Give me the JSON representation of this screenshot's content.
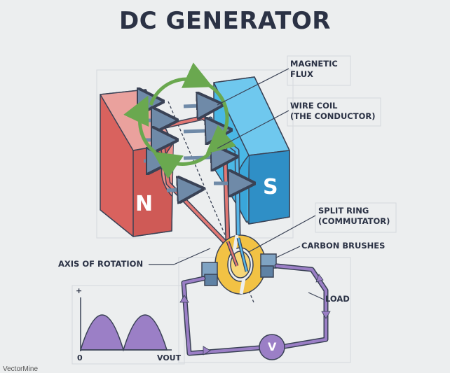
{
  "title": "DC GENERATOR",
  "labels": {
    "magnetic_flux": "MAGNETIC\nFLUX",
    "wire_coil": "WIRE COIL\n(THE CONDUCTOR)",
    "split_ring": "SPLIT RING\n(COMMUTATOR)",
    "carbon_brushes": "CARBON BRUSHES",
    "axis_of_rotation": "AXIS OF ROTATION",
    "load": "LOAD"
  },
  "poles": {
    "north": "N",
    "south": "S"
  },
  "voltmeter": "V",
  "graph": {
    "y_label": "+",
    "origin": "0",
    "x_label": "VOUT"
  },
  "credit": "VectorMine",
  "colors": {
    "north_pole": "#e27773",
    "south_pole": "#4ab8e6",
    "flux_arrows": "#6f8aa8",
    "rotation_arrows": "#6aa84f",
    "commutator": "#f2c244",
    "circuit_wire": "#9b7fc6",
    "title_text": "#2b3245"
  }
}
